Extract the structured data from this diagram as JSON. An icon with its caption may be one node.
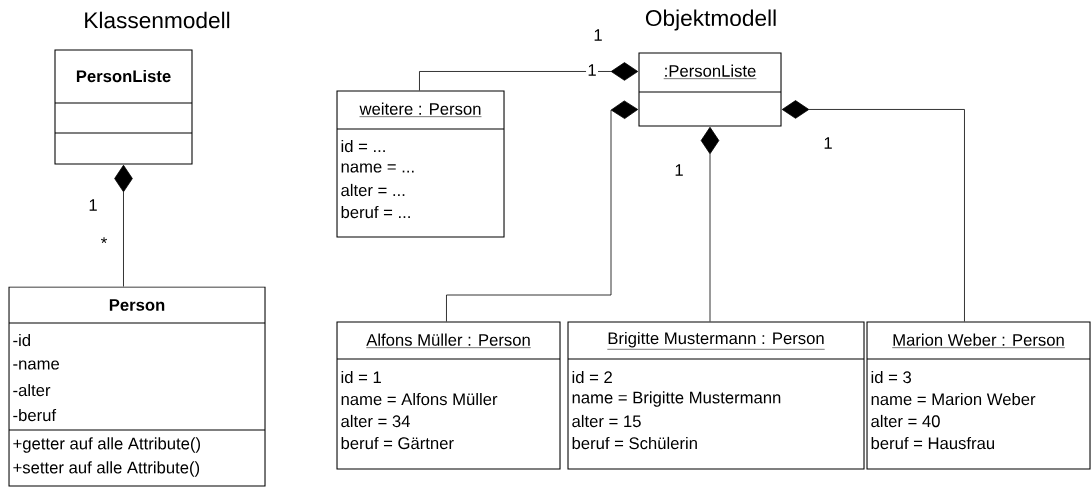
{
  "diagram": {
    "nodes": [
      {
        "text": [
          "PersonListe"
        ]
      },
      {
        "text": [
          "Person",
          "-id",
          "-name",
          "-alter",
          "-beruf",
          "+getter auf alle Attribute()",
          "+setter auf alle Attribute()"
        ]
      },
      {
        "text": [
          ":PersonListe"
        ]
      },
      {
        "text": [
          "weitere : Person",
          "id = ...",
          "name = ...",
          "alter = ...",
          "beruf = ..."
        ]
      },
      {
        "text": [
          "Alfons Müller : Person",
          "id = 1",
          "name = Alfons Müller",
          "alter = 34",
          "beruf = Gärtner"
        ]
      },
      {
        "text": [
          "Brigitte Mustermann : Person",
          "id = 2",
          "name = Brigitte Mustermann",
          "alter = 15",
          "beruf = Schülerin"
        ]
      },
      {
        "text": [
          "Marion Weber : Person",
          "id = 3",
          "name = Marion Weber",
          "alter = 40",
          "beruf = Hausfrau"
        ]
      }
    ],
    "edges": [
      {
        "from": 0,
        "to": 1,
        "arrow": "other"
      },
      {
        "from": 2,
        "to": 3,
        "arrow": "other"
      },
      {
        "from": 2,
        "to": 4,
        "arrow": "other"
      },
      {
        "from": 2,
        "to": 5,
        "arrow": "other"
      },
      {
        "from": 2,
        "to": 6,
        "arrow": "other"
      }
    ],
    "labels": [
      "Klassenmodell",
      "Objektmodell",
      "1",
      "*",
      "1",
      "1",
      "1",
      "1"
    ]
  }
}
